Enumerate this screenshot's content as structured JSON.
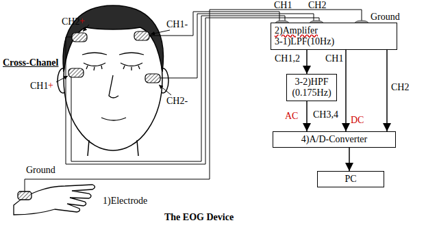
{
  "diagram": {
    "caption": "The EOG Device",
    "nodes": [
      {
        "text": [
          "2)Amplifer",
          "3-1)LPF(10Hz)"
        ]
      },
      {
        "text": [
          "3-2)HPF (0.175Hz)"
        ]
      },
      {
        "text": [
          "4)A/D-Converter"
        ]
      },
      {
        "text": [
          "PC"
        ]
      }
    ],
    "edges": [
      {
        "from": 0,
        "to": 1,
        "label": "CH1,2",
        "arrow": "to"
      },
      {
        "from": 0,
        "to": 2,
        "label": "CH1",
        "arrow": "to"
      },
      {
        "from": 0,
        "to": 2,
        "label": "CH2",
        "arrow": "to"
      },
      {
        "from": 1,
        "to": 2,
        "label": "CH3,4",
        "arrow": "to"
      },
      {
        "from": 2,
        "to": 3,
        "arrow": "to"
      }
    ],
    "labels": [
      "CH2",
      "+",
      "CH1-",
      "Cross-Chanel",
      "CH1",
      "+",
      "CH2-",
      "Ground",
      "1)Electrode",
      "CH1",
      "CH2",
      "Ground",
      "AC",
      "DC"
    ]
  }
}
